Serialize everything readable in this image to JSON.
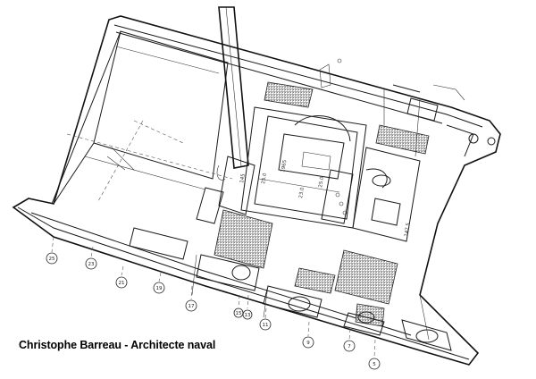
{
  "credit": "Christophe Barreau - Architecte naval",
  "frame_labels": [
    "25",
    "23",
    "21",
    "19",
    "17",
    "15",
    "13",
    "11",
    "9",
    "7",
    "5"
  ],
  "dimension_labels": [
    "1965",
    "25.0",
    "23.0",
    "145",
    "25.0",
    "147.5"
  ]
}
